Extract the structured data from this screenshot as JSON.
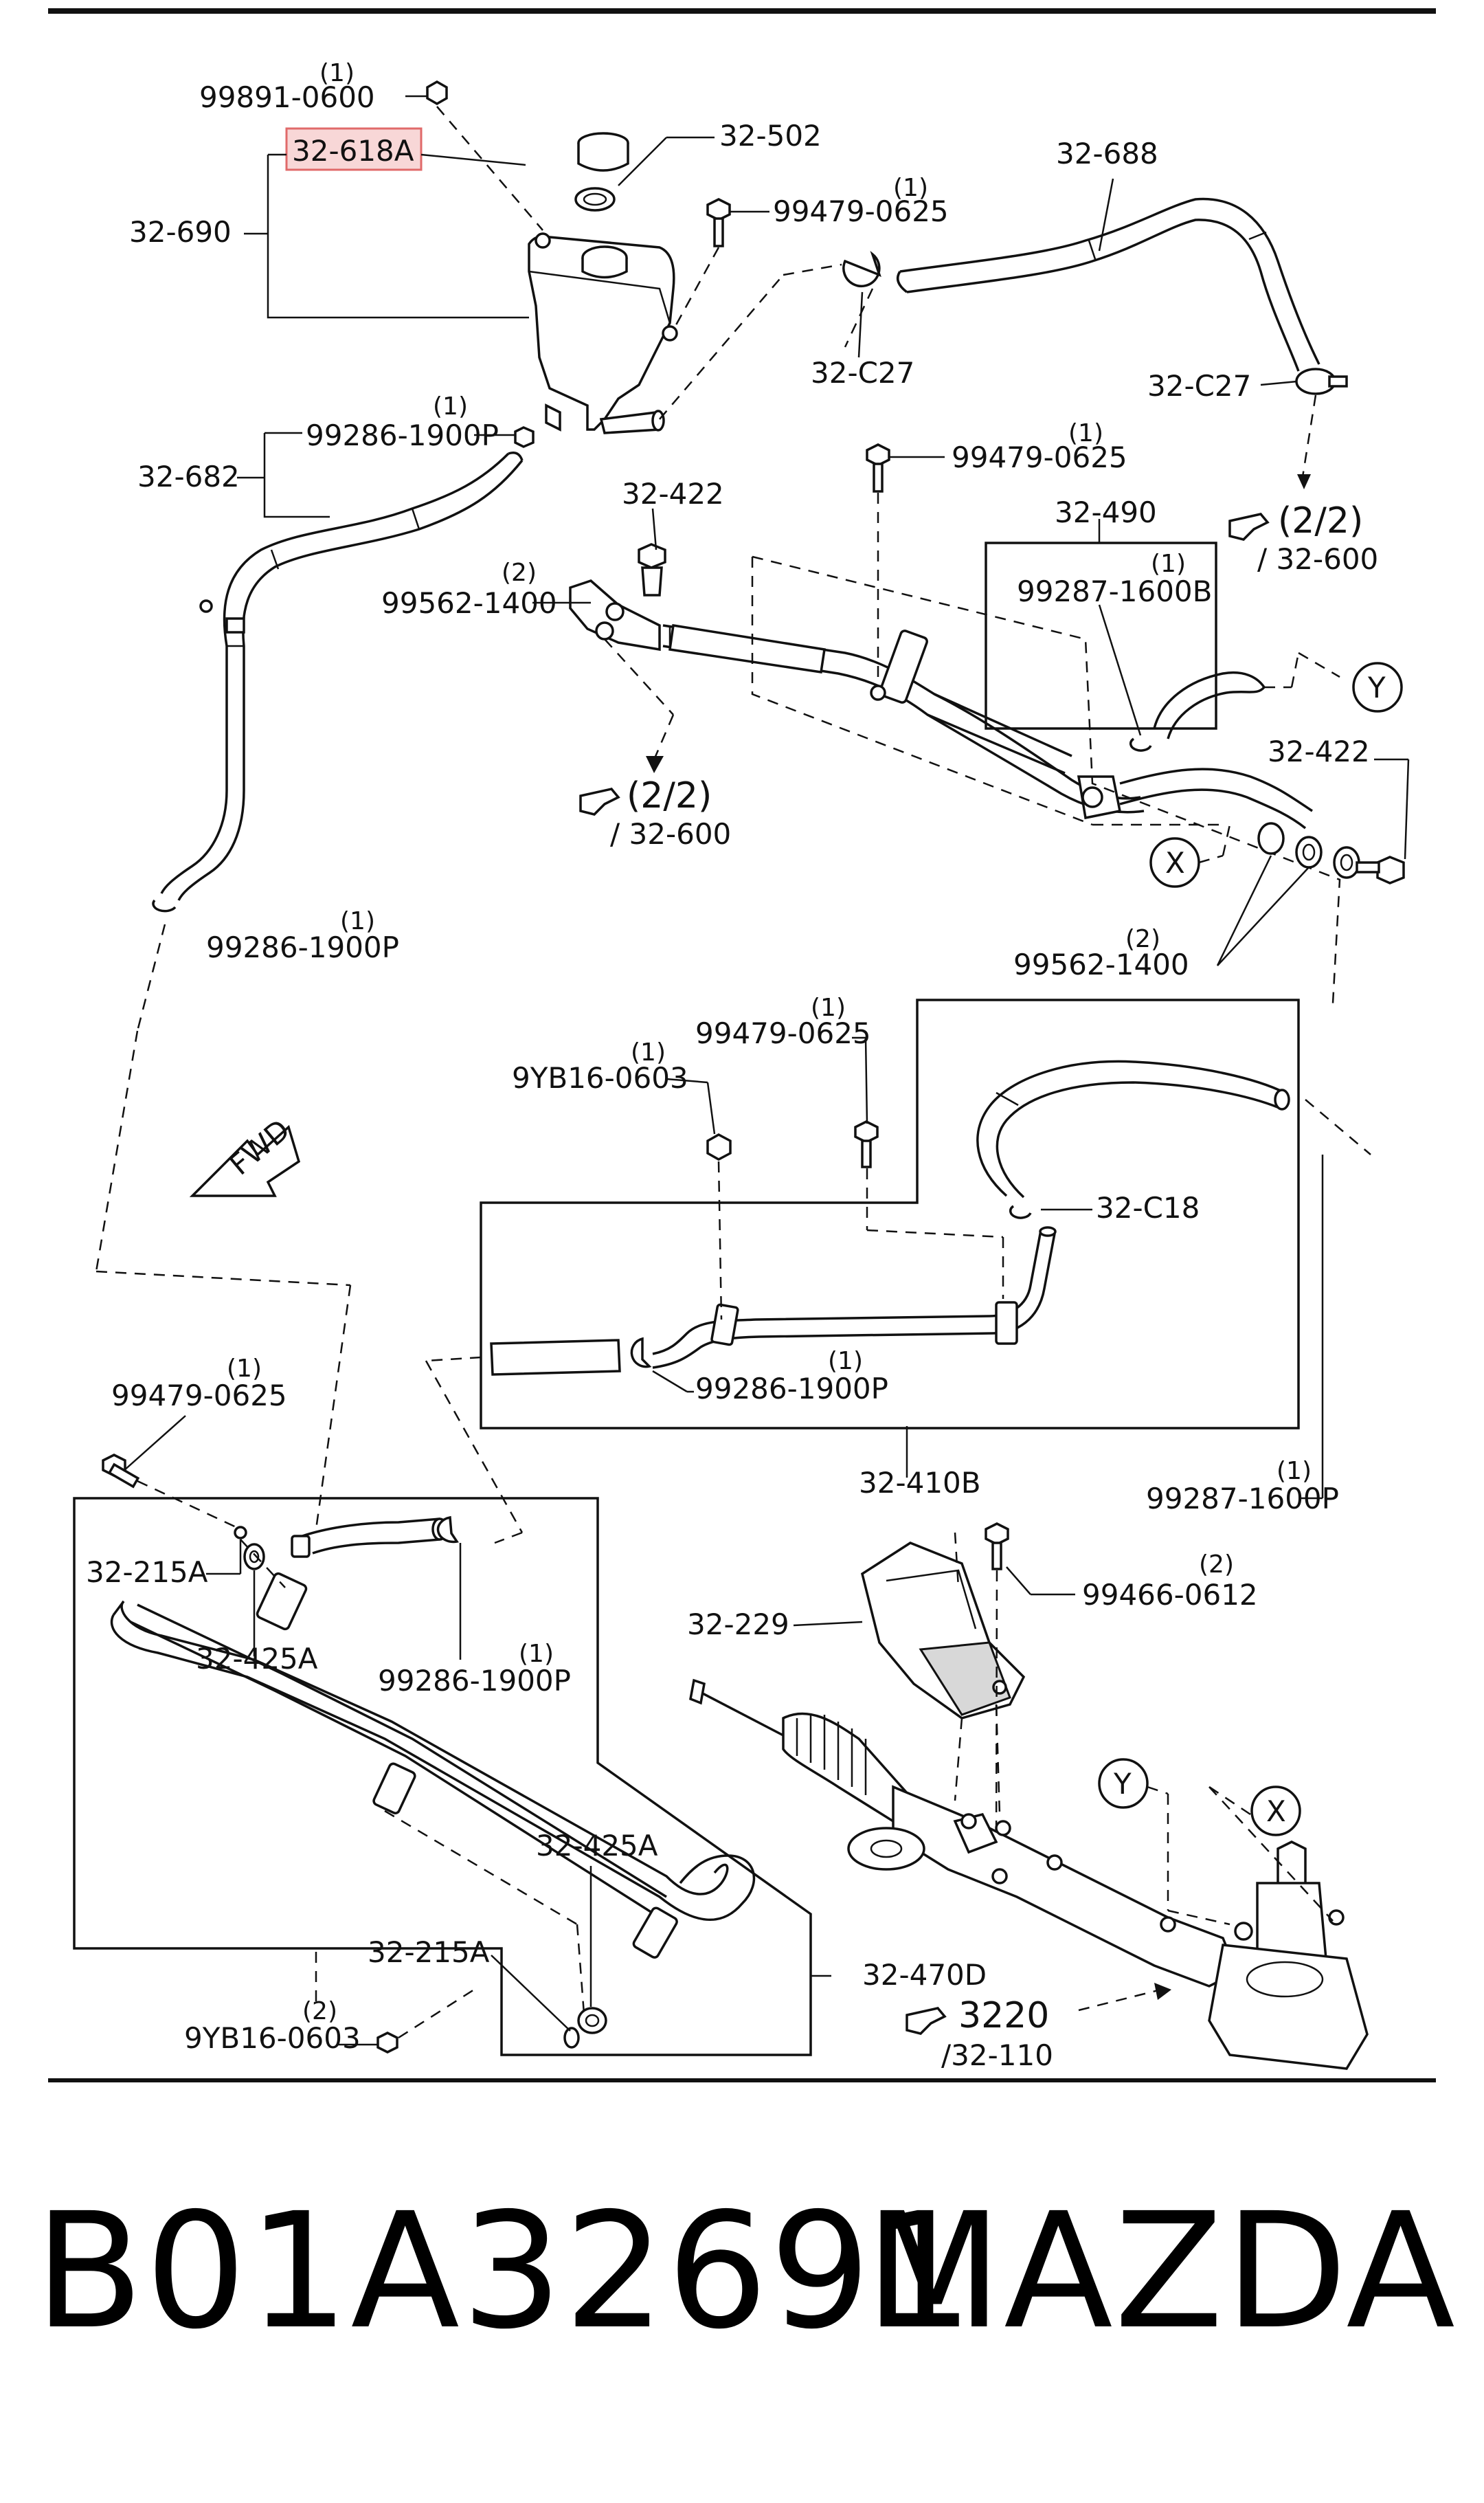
{
  "labels": {
    "p99891_qty": "(1)",
    "p99891": "99891-0600",
    "p32618a": "32-618A",
    "p32502": "32-502",
    "p32690": "32-690",
    "p99479a_qty": "(1)",
    "p99479a": "99479-0625",
    "p32688": "32-688",
    "p32c27a": "32-C27",
    "p32c27b": "32-C27",
    "p99286a_qty": "(1)",
    "p99286a": "99286-1900P",
    "p32682": "32-682",
    "p99479b_qty": "(1)",
    "p99479b": "99479-0625",
    "ref22a": "(2/2)",
    "ref22a_sub": "/ 32-600",
    "p32490": "32-490",
    "p32422a": "32-422",
    "p99562a_qty": "(2)",
    "p99562a": "99562-1400",
    "p99287a_qty": "(1)",
    "p99287a": "99287-1600B",
    "ref22b": "(2/2)",
    "ref22b_sub": "/ 32-600",
    "p32422b": "32-422",
    "p99562b_qty": "(2)",
    "p99562b": "99562-1400",
    "p99286b_qty": "(1)",
    "p99286b": "99286-1900P",
    "p99479c_qty": "(1)",
    "p99479c": "99479-0625",
    "p9yb16a_qty": "(1)",
    "p9yb16a": "9YB16-0603",
    "p32c18": "32-C18",
    "fwd": "FWD",
    "p99286c_qty": "(1)",
    "p99286c": "99286-1900P",
    "p99479d_qty": "(1)",
    "p99479d": "99479-0625",
    "p32410b": "32-410B",
    "p99287b_qty": "(1)",
    "p99287b": "99287-1600P",
    "p99466_qty": "(2)",
    "p99466": "99466-0612",
    "p32215a_1": "32-215A",
    "p32229": "32-229",
    "p32425a_1": "32-425A",
    "p99286d_qty": "(1)",
    "p99286d": "99286-1900P",
    "p32425a_2": "32-425A",
    "p32215a_2": "32-215A",
    "p32470d": "32-470D",
    "p9yb16b_qty": "(2)",
    "p9yb16b": "9YB16-0603",
    "ref3220": "3220",
    "ref3220_sub": "/32-110",
    "callout_y": "Y",
    "callout_x": "X"
  },
  "footer": {
    "part_number": "B01A32691",
    "brand": "MAZDA"
  },
  "colors": {
    "highlight_fill": "#f8d7d7",
    "highlight_stroke": "#e06a6a",
    "ink": "#111111"
  },
  "icons": [
    "pointing-hand-icon",
    "fwd-arrow-icon"
  ]
}
